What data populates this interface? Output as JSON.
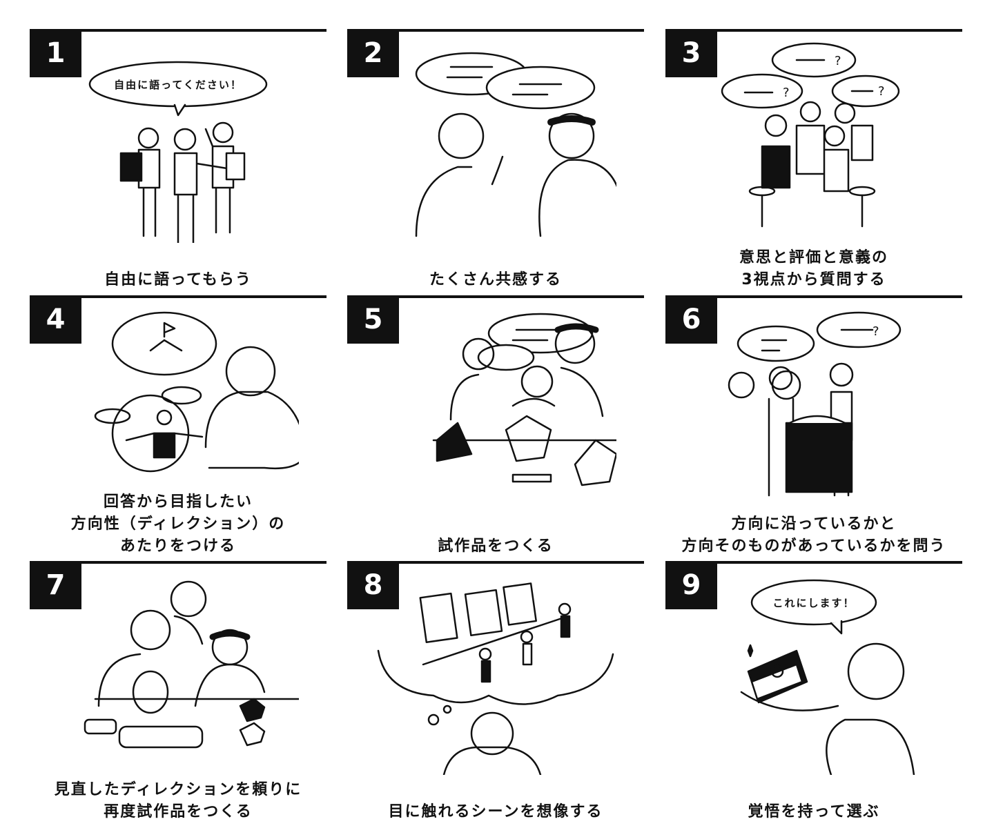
{
  "panels": [
    {
      "number": "1",
      "caption": [
        "自由に語ってもらう"
      ],
      "bubble": "自由に語ってください！"
    },
    {
      "number": "2",
      "caption": [
        "たくさん共感する"
      ]
    },
    {
      "number": "3",
      "caption": [
        "意思と評価と意義の",
        "3視点から質問する"
      ]
    },
    {
      "number": "4",
      "caption": [
        "回答から目指したい",
        "方向性（ディレクション）の",
        "あたりをつける"
      ]
    },
    {
      "number": "5",
      "caption": [
        "試作品をつくる"
      ]
    },
    {
      "number": "6",
      "caption": [
        "方向に沿っているかと",
        "方向そのものがあっているかを問う"
      ]
    },
    {
      "number": "7",
      "caption": [
        "見直したディレクションを頼りに",
        "再度試作品をつくる"
      ]
    },
    {
      "number": "8",
      "caption": [
        "目に触れるシーンを想像する"
      ]
    },
    {
      "number": "9",
      "caption": [
        "覚悟を持って選ぶ"
      ],
      "bubble": "これにします！"
    }
  ]
}
